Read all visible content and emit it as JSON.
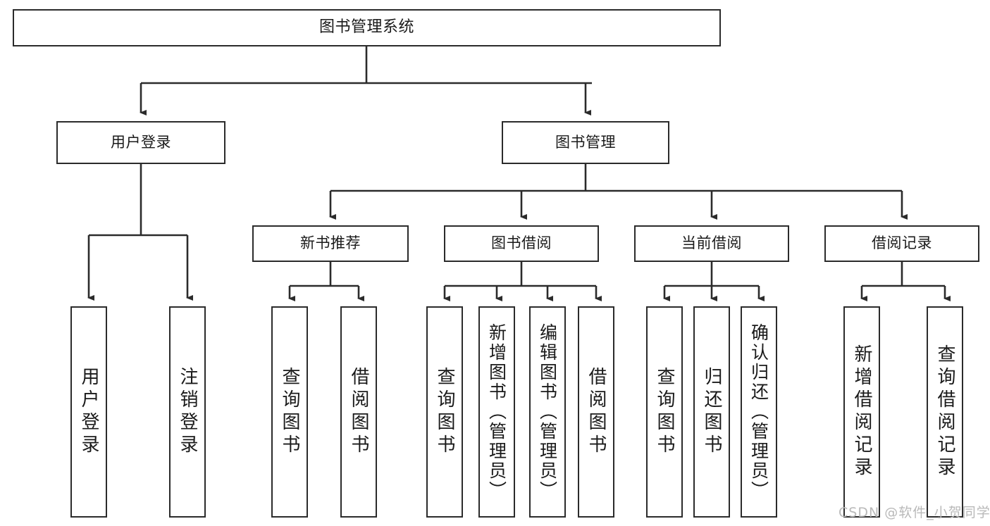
{
  "diagram": {
    "type": "tree-hierarchy-chart",
    "title": "图书管理系统",
    "stroke_color": "#2b2b2b",
    "fill_color": "#ffffff",
    "text_color": "#1a1a1a",
    "levels": [
      {
        "level": 1,
        "nodes": [
          {
            "id": "root",
            "label": "图书管理系统",
            "orientation": "horizontal"
          }
        ]
      },
      {
        "level": 2,
        "nodes": [
          {
            "id": "login",
            "label": "用户登录",
            "orientation": "horizontal",
            "parent": "root"
          },
          {
            "id": "bookmgmt",
            "label": "图书管理",
            "orientation": "horizontal",
            "parent": "root"
          }
        ]
      },
      {
        "level": 3,
        "nodes": [
          {
            "id": "newbook",
            "label": "新书推荐",
            "orientation": "horizontal",
            "parent": "bookmgmt"
          },
          {
            "id": "borrow",
            "label": "图书借阅",
            "orientation": "horizontal",
            "parent": "bookmgmt"
          },
          {
            "id": "current",
            "label": "当前借阅",
            "orientation": "horizontal",
            "parent": "bookmgmt"
          },
          {
            "id": "records",
            "label": "借阅记录",
            "orientation": "horizontal",
            "parent": "bookmgmt"
          }
        ]
      },
      {
        "level": 4,
        "nodes": [
          {
            "id": "leaf1",
            "label": "用户登录",
            "orientation": "vertical",
            "parent": "login"
          },
          {
            "id": "leaf2",
            "label": "注销登录",
            "orientation": "vertical",
            "parent": "login"
          },
          {
            "id": "leaf3",
            "label": "查询图书",
            "orientation": "vertical",
            "parent": "newbook"
          },
          {
            "id": "leaf4",
            "label": "借阅图书",
            "orientation": "vertical",
            "parent": "newbook"
          },
          {
            "id": "leaf5",
            "label": "查询图书",
            "orientation": "vertical",
            "parent": "borrow"
          },
          {
            "id": "leaf6",
            "label": "新增图书（管理员）",
            "orientation": "vertical",
            "parent": "borrow"
          },
          {
            "id": "leaf7",
            "label": "编辑图书（管理员）",
            "orientation": "vertical",
            "parent": "borrow"
          },
          {
            "id": "leaf8",
            "label": "借阅图书",
            "orientation": "vertical",
            "parent": "borrow"
          },
          {
            "id": "leaf9",
            "label": "查询图书",
            "orientation": "vertical",
            "parent": "current"
          },
          {
            "id": "leaf10",
            "label": "归还图书",
            "orientation": "vertical",
            "parent": "current"
          },
          {
            "id": "leaf11",
            "label": "确认归还（管理员）",
            "orientation": "vertical",
            "parent": "current"
          },
          {
            "id": "leaf12",
            "label": "新增借阅记录",
            "orientation": "vertical",
            "parent": "records"
          },
          {
            "id": "leaf13",
            "label": "查询借阅记录",
            "orientation": "vertical",
            "parent": "records"
          }
        ]
      }
    ]
  },
  "watermark": {
    "text": "CSDN @软件_小贺同学"
  }
}
